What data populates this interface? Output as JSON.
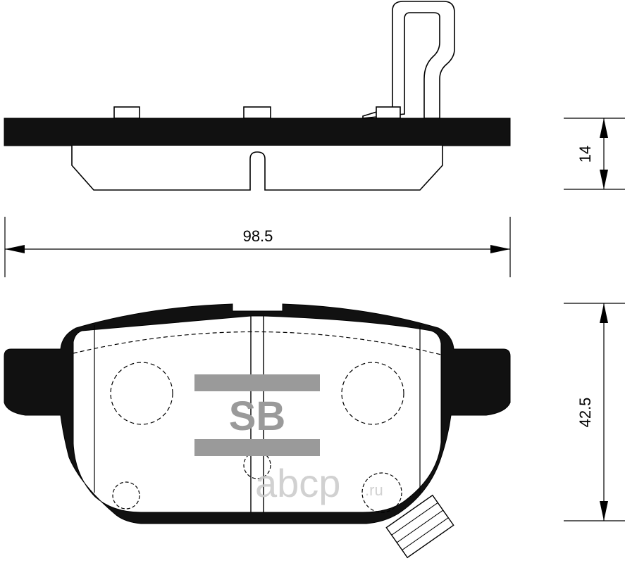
{
  "dimensions": {
    "thickness": "14",
    "width": "98.5",
    "height": "42.5"
  },
  "logo": {
    "text": "SB",
    "color": "#9a9a9a"
  },
  "watermark": {
    "main": "abcp",
    "suffix": ".ru"
  },
  "colors": {
    "line": "#000000",
    "background": "#ffffff",
    "watermark": "#c9c9c9"
  }
}
